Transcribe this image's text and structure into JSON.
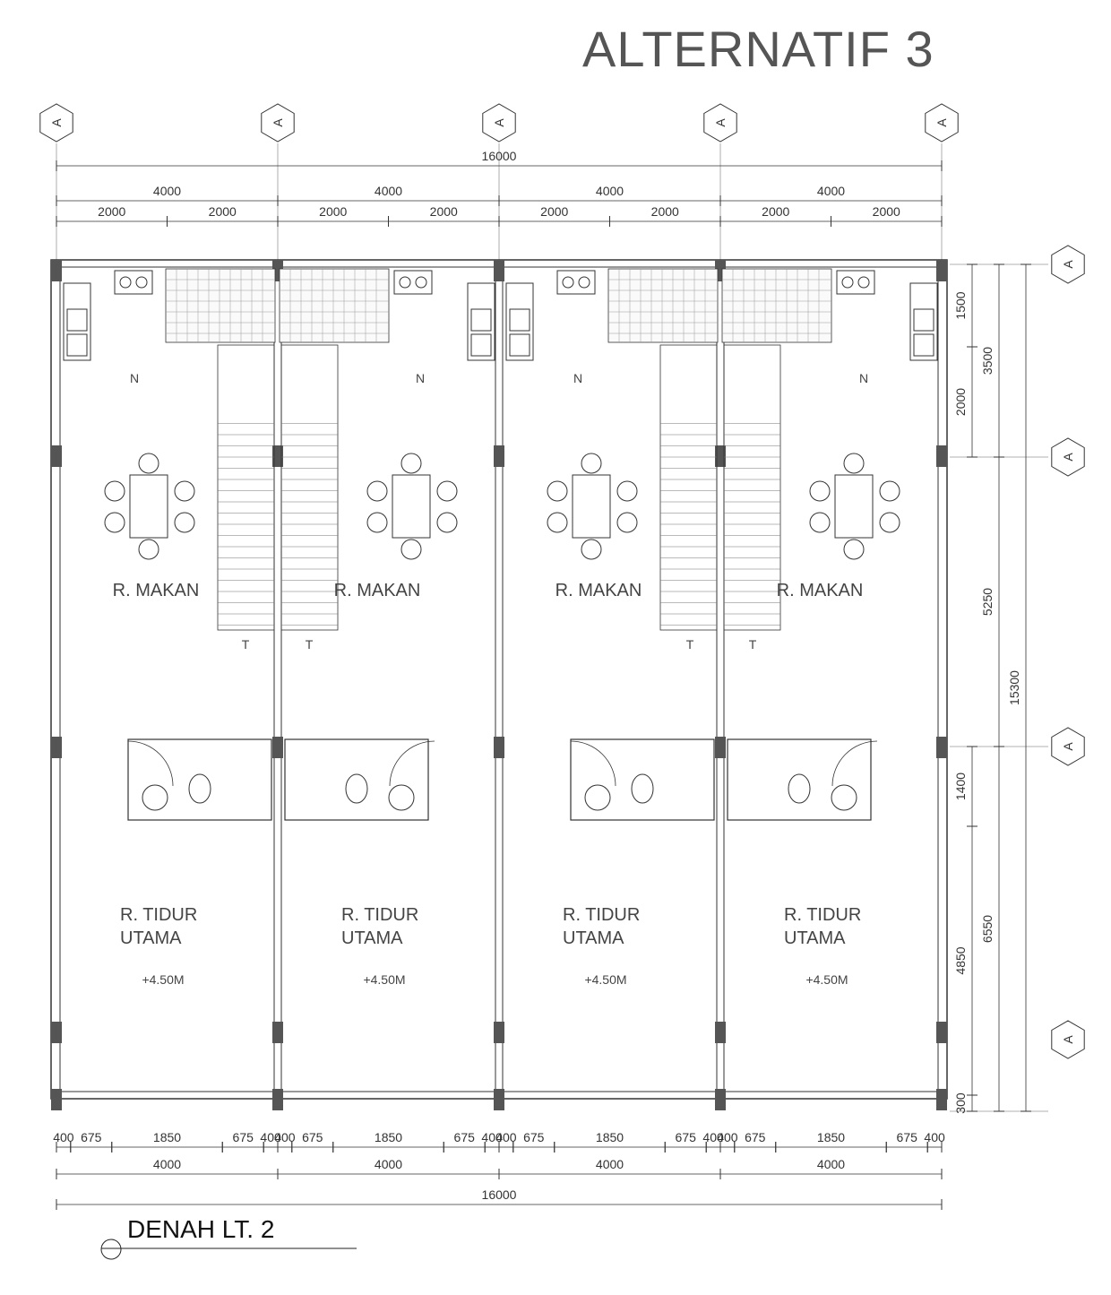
{
  "title": "ALTERNATIF 3",
  "drawing_label": "DENAH LT. 2",
  "grid_marker": "A",
  "colors": {
    "line": "#333333",
    "column": "#555555",
    "text": "#444444"
  },
  "dimensions": {
    "top_total": "16000",
    "top_bays": [
      "4000",
      "4000",
      "4000",
      "4000"
    ],
    "top_halves": [
      "2000",
      "2000",
      "2000",
      "2000",
      "2000",
      "2000",
      "2000",
      "2000"
    ],
    "bottom_window": [
      "400",
      "675",
      "1850",
      "675",
      "400"
    ],
    "bottom_bays": [
      "4000",
      "4000",
      "4000",
      "4000"
    ],
    "bottom_total": "16000",
    "right_inner": [
      "1500",
      "2000",
      "1400",
      "4850",
      "300"
    ],
    "right_middle": [
      "3500",
      "5250",
      "6550"
    ],
    "right_total": "15300"
  },
  "units": [
    {
      "dining": "R. MAKAN",
      "bedroom_line1": "R. TIDUR",
      "bedroom_line2": "UTAMA",
      "elevation": "+4.50M"
    },
    {
      "dining": "R. MAKAN",
      "bedroom_line1": "R. TIDUR",
      "bedroom_line2": "UTAMA",
      "elevation": "+4.50M"
    },
    {
      "dining": "R. MAKAN",
      "bedroom_line1": "R. TIDUR",
      "bedroom_line2": "UTAMA",
      "elevation": "+4.50M"
    },
    {
      "dining": "R. MAKAN",
      "bedroom_line1": "R. TIDUR",
      "bedroom_line2": "UTAMA",
      "elevation": "+4.50M"
    }
  ],
  "stair_labels": {
    "up": "N",
    "down": "T"
  }
}
